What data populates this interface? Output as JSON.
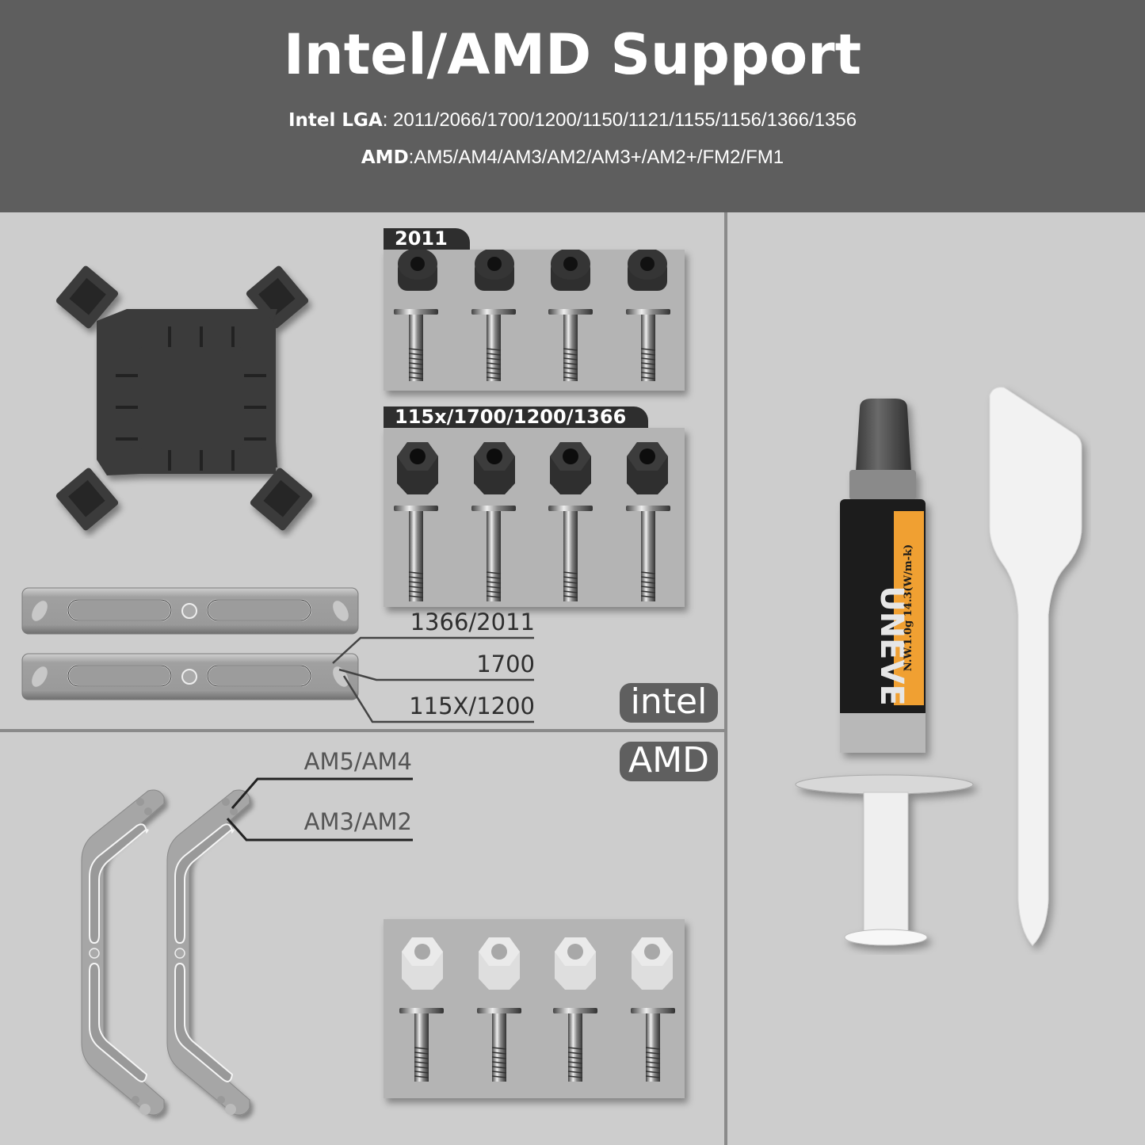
{
  "header": {
    "title": "Intel/AMD Support",
    "intel_label": "Intel LGA",
    "intel_sockets": ": 2011/2066/1700/1200/1150/1121/1155/1156/1366/1356",
    "amd_label": "AMD",
    "amd_sockets": ":AM5/AM4/AM3/AM2/AM3+/AM2+/FM2/FM1"
  },
  "intel_section": {
    "standoff_group_1_tag": "2011",
    "standoff_group_2_tag": "115x/1700/1200/1366",
    "bracket_hole_labels": [
      "1366/2011",
      "1700",
      "115X/1200"
    ],
    "brand_badge": "intel"
  },
  "amd_section": {
    "brand_badge": "AMD",
    "bracket_hole_labels": [
      "AM5/AM4",
      "AM3/AM2"
    ]
  },
  "thermal_paste": {
    "brand_text": "UNEVE",
    "spec_text": "N.W.1.0g 14.3(W/m-k)",
    "label_color": "#f0a030"
  },
  "colors": {
    "header_bg": "#5e5e5e",
    "page_bg": "#cdcdcd",
    "panel_bg": "#b4b4b4",
    "tag_bg": "#2e2e2e",
    "badge_bg": "#5f5f5f"
  }
}
